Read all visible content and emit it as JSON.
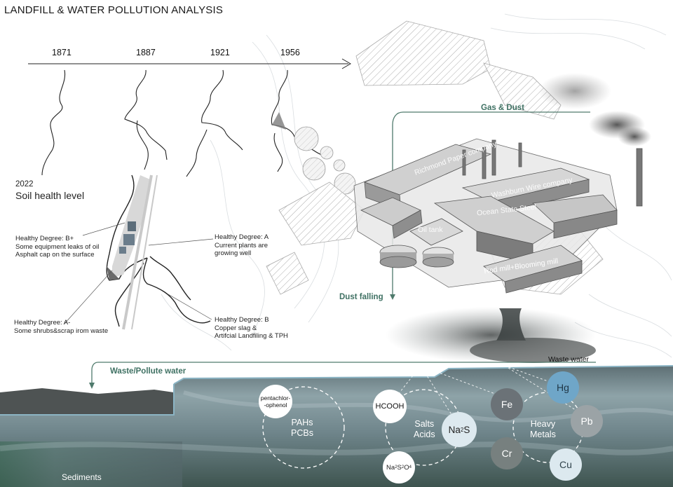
{
  "title": "LANDFILL & WATER POLLUTION ANALYSIS",
  "timeline": {
    "years": [
      "1871",
      "1887",
      "1921",
      "1956"
    ]
  },
  "soil_map": {
    "year": "2022",
    "label": "Soil health level",
    "annotations": [
      {
        "lines": [
          "Healthy Degree: B+",
          "Some equipment leaks of oil",
          "Asphalt cap on the surface"
        ]
      },
      {
        "lines": [
          "Healthy Degree: A",
          "Current plants are",
          "growing well"
        ]
      },
      {
        "lines": [
          "Healthy Degree: A-",
          "Some shrubs&scrap irom waste"
        ]
      },
      {
        "lines": [
          "Healthy Degree: B",
          "Copper slag &",
          "Artifcial Landfiling & TPH"
        ]
      }
    ]
  },
  "flows": {
    "gas_dust": "Gas & Dust",
    "dust_falling": "Dust falling",
    "waste_water": "Waste/Pollute water",
    "waste_water_label": "Waste water"
  },
  "plant_labels": {
    "richmond": "Richmond Paper company",
    "washburn": "Washburn Wire company",
    "ocean_state": "Ocean State Steel",
    "oil_tank": "Oil tank",
    "rod_mill": "Rod mill+Blooming mill"
  },
  "pollutant_groups": {
    "organics": {
      "label_lines": [
        "PAHs",
        "PCBs"
      ],
      "compound": "pentachlor-\n-ophenol"
    },
    "salts_acids": {
      "label_lines": [
        "Salts",
        "Acids"
      ],
      "compounds": [
        "HCOOH",
        "Na2S",
        "Na2S2O4"
      ]
    },
    "heavy_metals": {
      "label_lines": [
        "Heavy",
        "Metals"
      ],
      "elements": [
        "Fe",
        "Hg",
        "Pb",
        "Cr",
        "Cu"
      ]
    }
  },
  "sediments": "Sediments",
  "colors": {
    "accent_green": "#3f7163",
    "heavy_metal_blue": "#6fa6c8",
    "salt_circle": "#ffffff"
  }
}
